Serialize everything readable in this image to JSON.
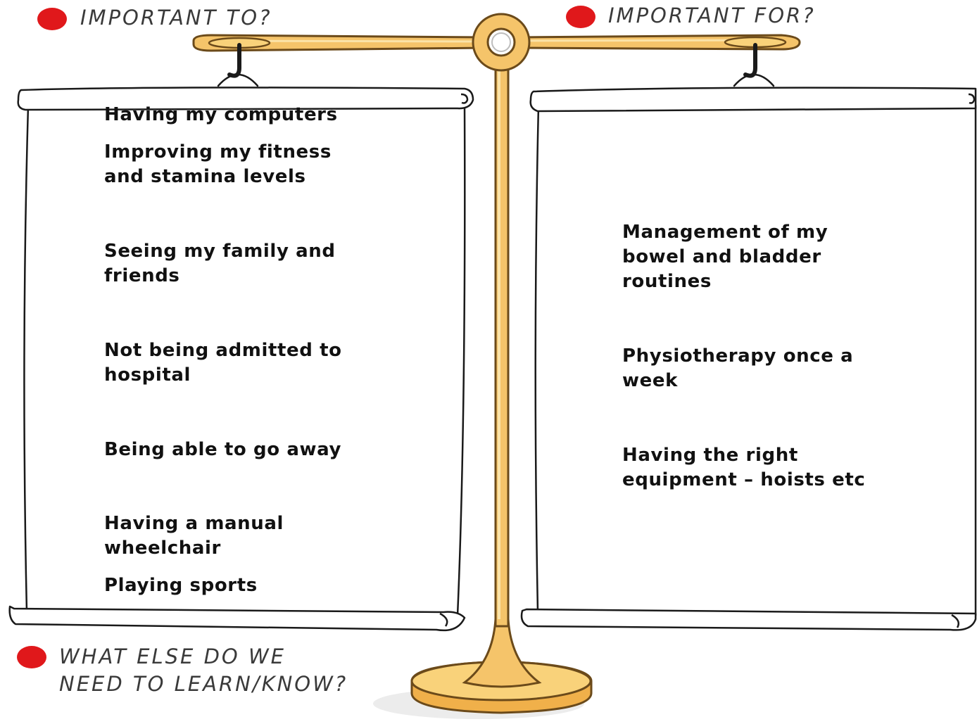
{
  "headings": {
    "important_to": "IMPORTANT TO?",
    "important_for": "IMPORTANT FOR?",
    "what_else_line1": "WHAT ELSE DO WE",
    "what_else_line2": "NEED TO LEARN/KNOW?"
  },
  "important_to_items": [
    "Having my computers",
    "Improving my fitness and stamina levels",
    "Seeing my family and friends",
    "Not being admitted to hospital",
    "Being able to go away",
    "Having a manual wheelchair",
    "Playing sports"
  ],
  "important_for_items": [
    "Management of my bowel and bladder routines",
    "Physiotherapy once a week",
    "Having the right equipment – hoists etc"
  ],
  "colors": {
    "bullet": "#e0181b",
    "scale_gold": "#f5c46a",
    "scale_outline": "#6b4a1a",
    "scroll_outline": "#1a1a1a"
  },
  "icons": {
    "bullet": "red-dot-bullet-icon",
    "scale": "balance-scale-icon"
  }
}
